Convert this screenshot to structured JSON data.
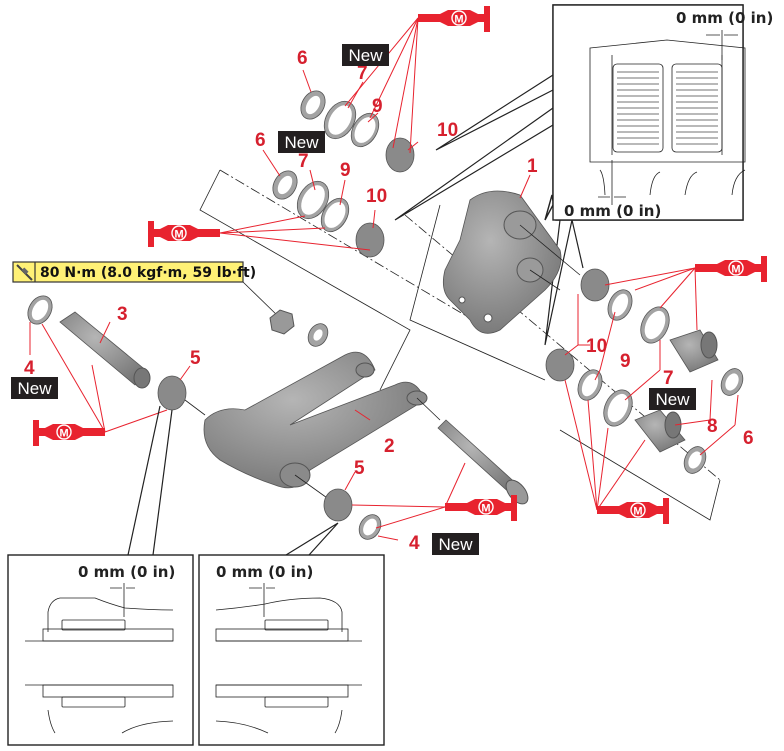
{
  "torque_spec": {
    "icon": "torque-wrench-icon",
    "value": "80 N·m (8.0 kgf·m, 59 lb·ft)",
    "color": "#fff176"
  },
  "lubricant_icon_label": "M",
  "new_badge_label": "New",
  "clearance_label": "0 mm (0 in)",
  "colors": {
    "callout": "#d6202e",
    "lubricant": "#e8232f",
    "badge_bg": "#231f20"
  },
  "part_labels": {
    "p1": "1",
    "p2": "2",
    "p3": "3",
    "p4a": "4",
    "p4b": "4",
    "p5a": "5",
    "p5b": "5",
    "p6a": "6",
    "p6b": "6",
    "p6c": "6",
    "p7a": "7",
    "p7b": "7",
    "p7c": "7",
    "p8": "8",
    "p9a": "9",
    "p9b": "9",
    "p9c": "9",
    "p10a": "10",
    "p10b": "10",
    "p10c": "10"
  },
  "detail_views": [
    {
      "name": "bellcrank-bearing-detail",
      "labels": [
        "0 mm (0 in)",
        "0 mm (0 in)"
      ]
    },
    {
      "name": "connecting-rod-left-bearing-detail",
      "labels": [
        "0 mm (0 in)"
      ]
    },
    {
      "name": "connecting-rod-right-bearing-detail",
      "labels": [
        "0 mm (0 in)"
      ]
    }
  ]
}
